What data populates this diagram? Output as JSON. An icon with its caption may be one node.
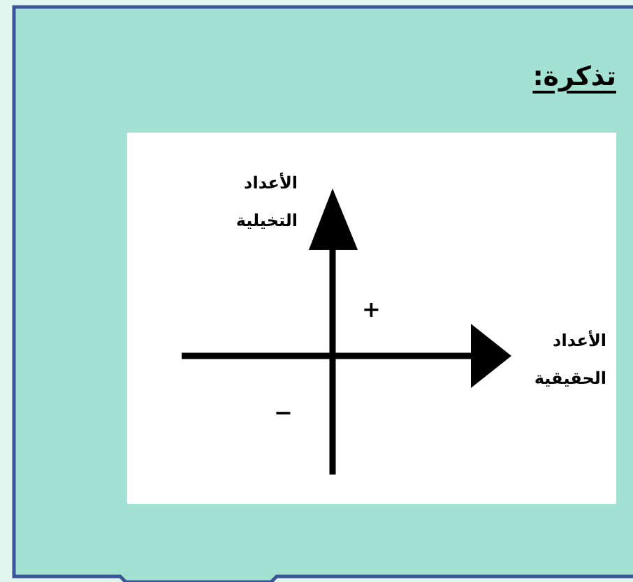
{
  "diagram": {
    "title": "تذكرة:",
    "labels": [
      "الأعداد التخيلية",
      "+",
      "الأعداد الحقيقية",
      "−"
    ]
  }
}
